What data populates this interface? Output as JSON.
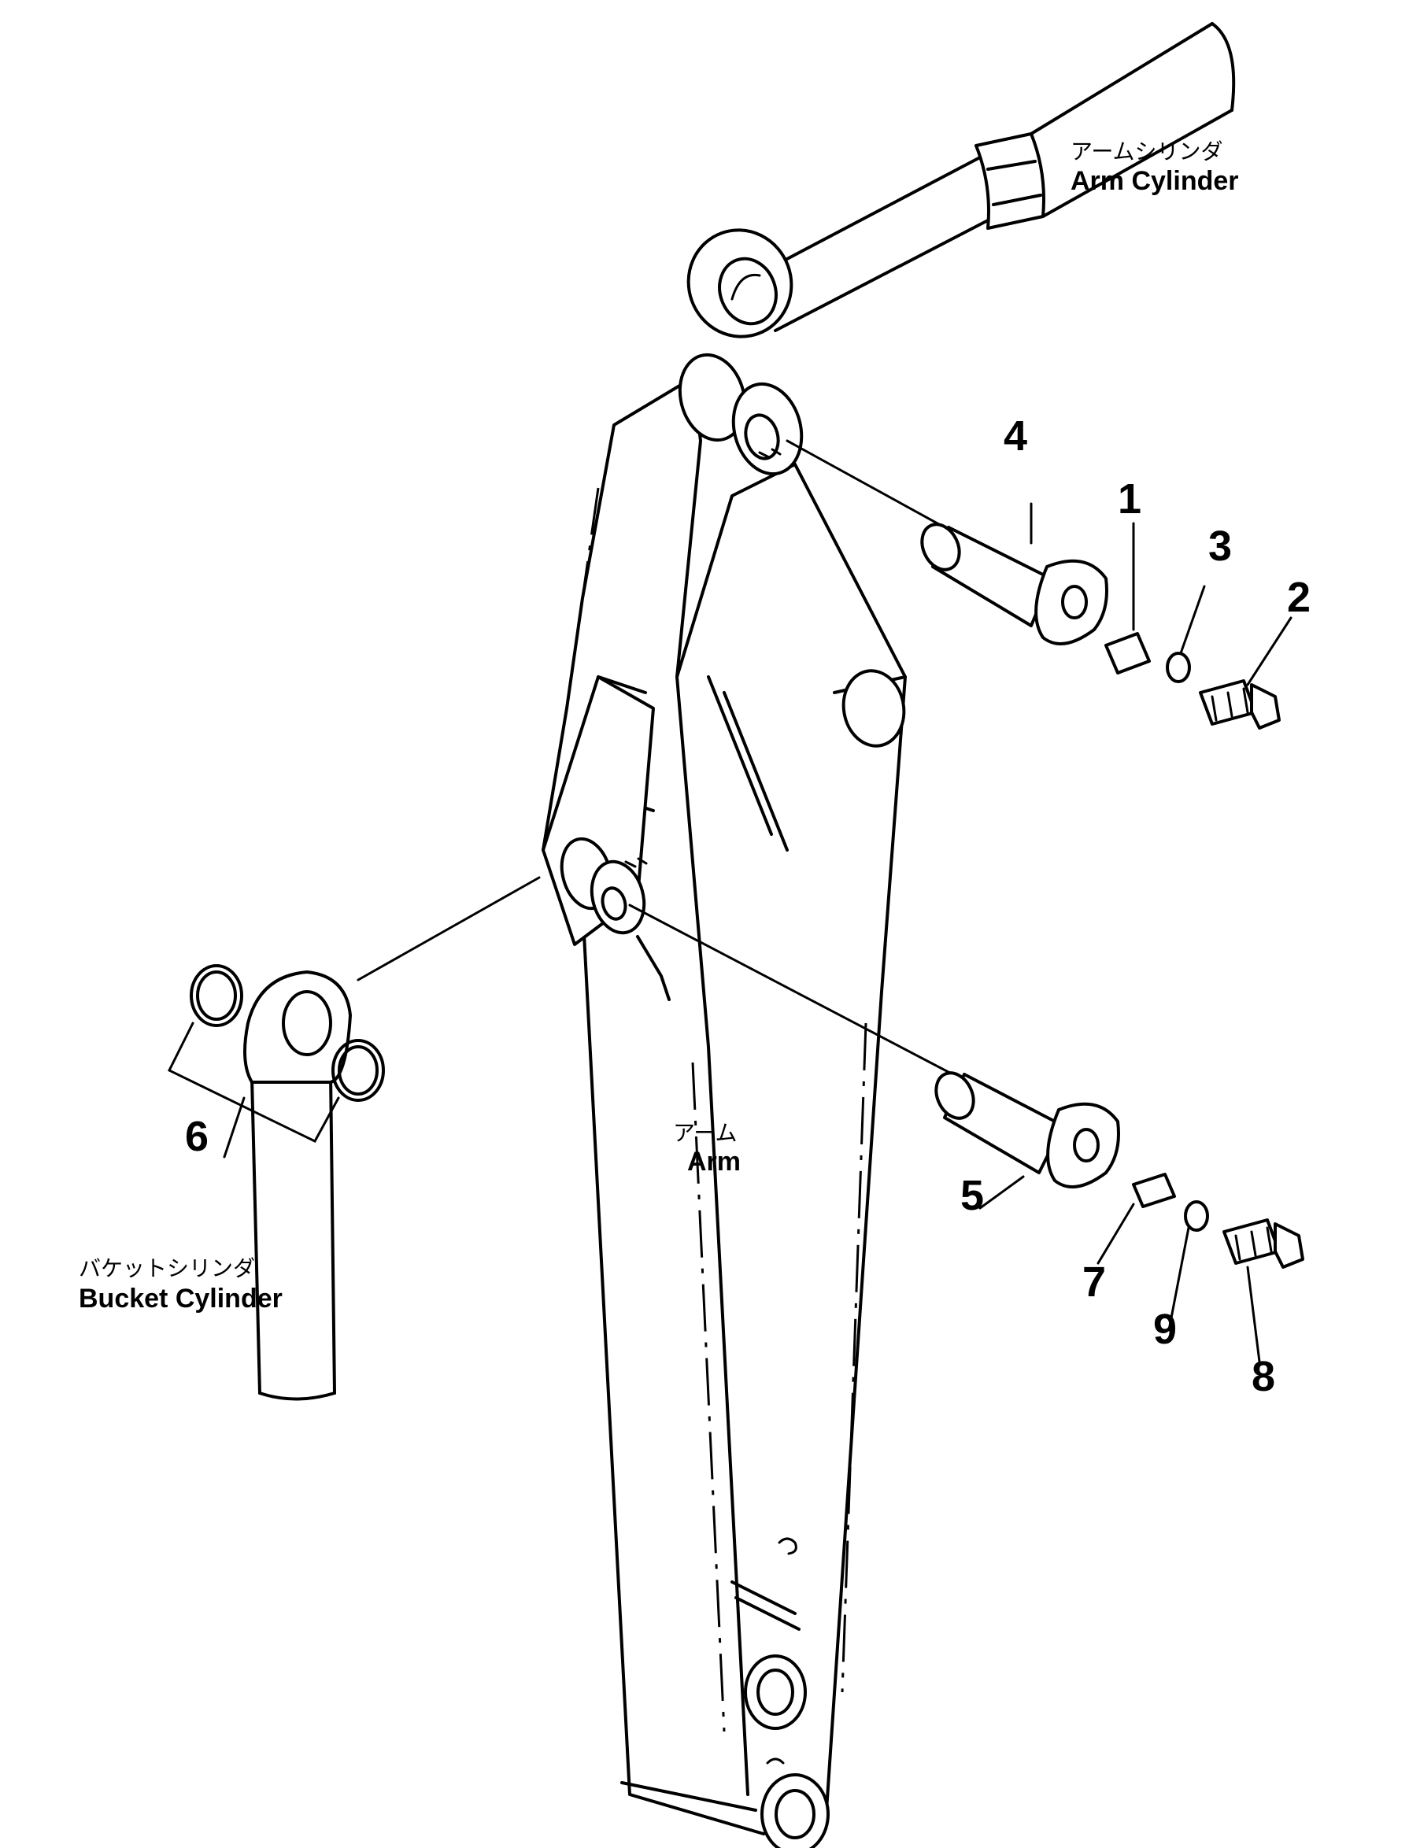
{
  "labels": {
    "arm_cylinder_jp": "アームシリンダ",
    "arm_cylinder_en": "Arm  Cylinder",
    "arm_jp": "アーム",
    "arm_en": "Arm",
    "bucket_cylinder_jp": "バケットシリンダ",
    "bucket_cylinder_en": "Bucket  Cylinder"
  },
  "callouts": [
    "1",
    "2",
    "3",
    "4",
    "5",
    "6",
    "7",
    "8",
    "9"
  ]
}
